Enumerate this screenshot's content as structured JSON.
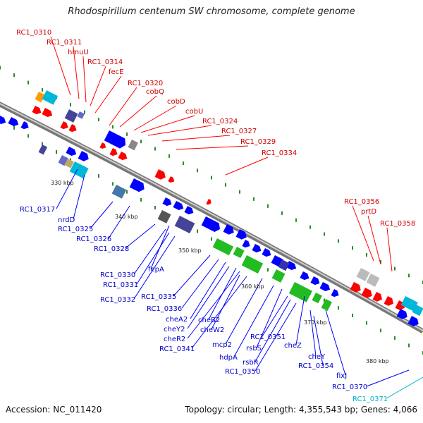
{
  "title": "Rhodospirillum centenum SW chromosome, complete genome",
  "footer": {
    "accession": "Accession: NC_011420",
    "summary": "Topology: circular; Length: 4,355,543 bp; Genes: 4,066"
  },
  "colors": {
    "forward": "#ff0000",
    "reverse": "#0000ff",
    "rna": "#00b7d8",
    "chemotaxis": "#22bb22",
    "other": "#999999",
    "backbone": "#8a8a8a",
    "ticks": "#2a8a2a"
  },
  "ticks": [
    "330 kbp",
    "340 kbp",
    "350 kbp",
    "360 kbp",
    "370 kbp",
    "380 kbp"
  ],
  "top_labels": [
    "RC1_0310",
    "RC1_0311",
    "hmuU",
    "RC1_0314",
    "fecE",
    "RC1_0320",
    "cobQ",
    "cobD",
    "cobU",
    "RC1_0324",
    "RC1_0327",
    "RC1_0329",
    "RC1_0334",
    "RC1_0356",
    "prtD",
    "RC1_0358"
  ],
  "bottom_labels": [
    "RC1_0317",
    "nrdD",
    "RC1_0325",
    "RC1_0326",
    "RC1_0328",
    "RC1_0330",
    "fepA",
    "RC1_0331",
    "RC1_0332",
    "RC1_0335",
    "RC1_0336",
    "cheA2",
    "cheY2",
    "cheB2",
    "cheR2",
    "cheW2",
    "RC1_0341",
    "mcp2",
    "hdpA",
    "rsbS",
    "RC1_0351",
    "rsbR",
    "RC1_0350",
    "cheZ",
    "cheY",
    "RC1_0354",
    "fixJ",
    "RC1_0370",
    "RC1_0371"
  ]
}
